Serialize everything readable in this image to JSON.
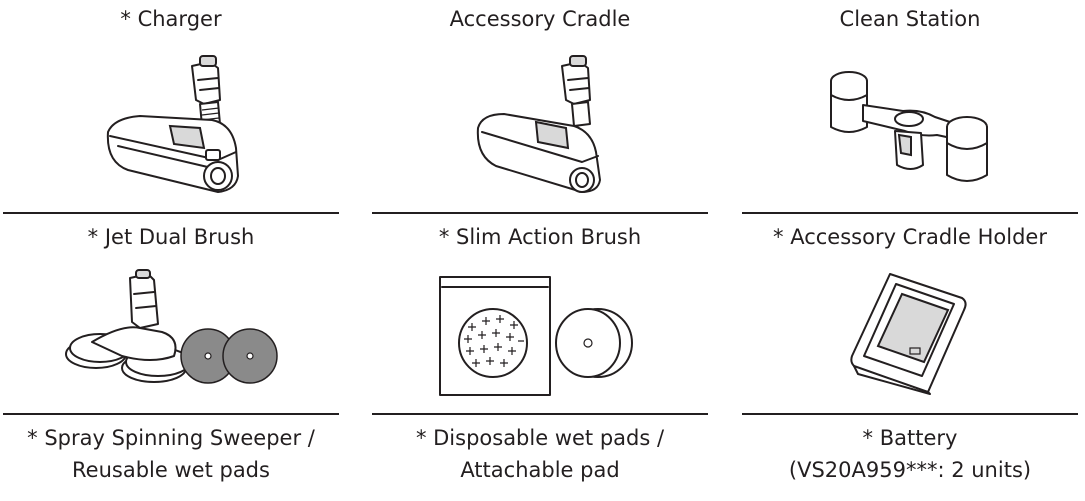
{
  "row1": {
    "col1_label": "* Charger",
    "col2_label": "Accessory Cradle",
    "col3_label": "Clean Station"
  },
  "row2": {
    "col1_label": "* Jet Dual Brush",
    "col2_label": "* Slim Action Brush",
    "col3_label": "* Accessory Cradle Holder"
  },
  "row3": {
    "col1_line1": "* Spray Spinning Sweeper /",
    "col1_line2": "Reusable wet pads",
    "col2_line1": "* Disposable wet pads /",
    "col2_line2": "Attachable pad",
    "col3_line1": "* Battery",
    "col3_line2": "(VS20A959***: 2 units)"
  },
  "icons": {
    "jet_dual_brush": "jet-dual-brush-illustration",
    "slim_action_brush": "slim-action-brush-illustration",
    "accessory_cradle_holder": "accessory-cradle-holder-illustration",
    "spray_spinning_sweeper": "spray-spinning-sweeper-illustration",
    "disposable_wet_pads": "disposable-wet-pads-illustration",
    "battery": "battery-illustration"
  },
  "colors": {
    "line": "#231f20",
    "background": "#ffffff"
  }
}
